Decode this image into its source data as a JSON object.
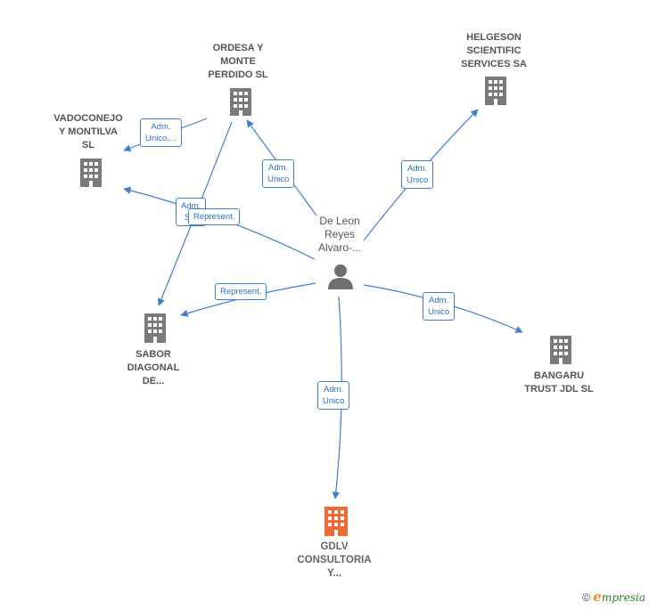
{
  "nodes": {
    "person": {
      "label_lines": [
        "De Leon",
        "Reyes",
        "Alvaro-..."
      ]
    },
    "ordesa": {
      "label_lines": [
        "ORDESA Y",
        "MONTE",
        "PERDIDO  SL"
      ]
    },
    "helgeson": {
      "label_lines": [
        "HELGESON",
        "SCIENTIFIC",
        "SERVICES SA"
      ]
    },
    "vadoconejo": {
      "label_lines": [
        "VADOCONEJO",
        "Y MONTILVA",
        "SL"
      ]
    },
    "sabor": {
      "label_lines": [
        "SABOR",
        "DIAGONAL",
        "DE..."
      ]
    },
    "bangaru": {
      "label_lines": [
        "BANGARU",
        "TRUST JDL  SL"
      ]
    },
    "gdlv": {
      "label_lines": [
        "GDLV",
        "CONSULTORIA",
        "Y..."
      ]
    }
  },
  "edges": {
    "vadoconejo": {
      "label_lines": [
        "Adm.",
        "Unico,..."
      ]
    },
    "ordesa": {
      "label_lines": [
        "Adm.",
        "Unico"
      ]
    },
    "helgeson": {
      "label_lines": [
        "Adm.",
        "Unico"
      ]
    },
    "sabor_from_ordesa": {
      "label_lines": [
        "Adm.",
        "S..."
      ]
    },
    "vadoconejo_represent": {
      "label_lines": [
        "Represent."
      ]
    },
    "sabor_represent": {
      "label_lines": [
        "Represent."
      ]
    },
    "bangaru": {
      "label_lines": [
        "Adm.",
        "Unico"
      ]
    },
    "gdlv": {
      "label_lines": [
        "Adm.",
        "Unico"
      ]
    }
  },
  "colors": {
    "edge": "#3f7fd0",
    "building": "#7a7a7a",
    "building_main": "#f06a35",
    "person": "#6f6f6f"
  },
  "icons": {
    "company": "building-icon",
    "person": "person-icon",
    "copyright": "copyright-icon"
  },
  "footer": {
    "copyright": "©",
    "brand_initial": "e",
    "brand_rest": "mpresia"
  }
}
